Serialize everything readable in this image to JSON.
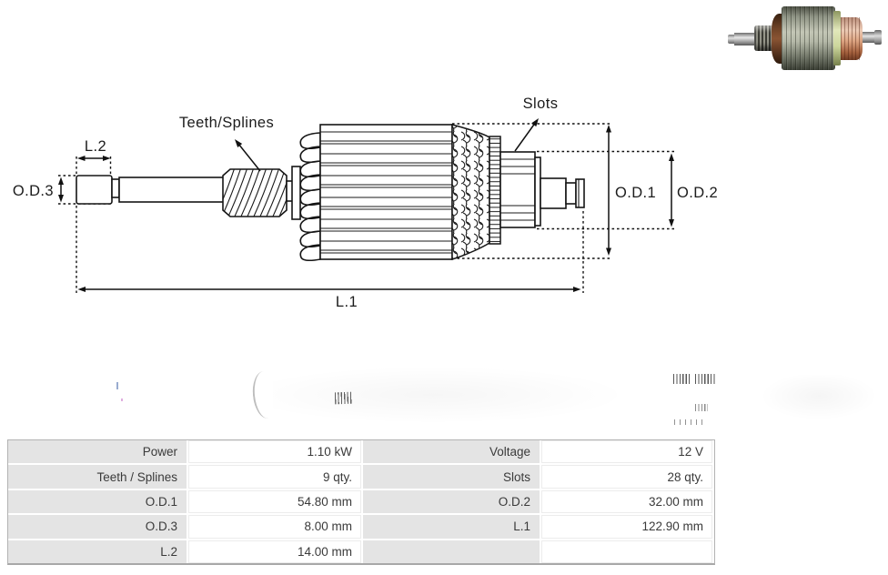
{
  "page": {
    "background": "#ffffff"
  },
  "diagram": {
    "labels": {
      "teeth_splines": "Teeth/Splines",
      "slots": "Slots",
      "l2": "L.2",
      "od3": "O.D.3",
      "od1": "O.D.1",
      "od2": "O.D.2",
      "l1": "L.1"
    },
    "line_color": "#141414"
  },
  "photo": {
    "description": "starter motor armature product photo",
    "colors": {
      "core_laminations": "#9ba093",
      "commutator_copper": "#dda583",
      "winding_copper": "#8a5433",
      "shaft_steel": "#9c9c9c",
      "insulation_ring": "#ccd69c"
    }
  },
  "spec_table": {
    "label_bg": "#e4e4e4",
    "text_color": "#3a3a3a",
    "rows": [
      {
        "c0": "Power",
        "c1": "1.10 kW",
        "c2": "Voltage",
        "c3": "12 V"
      },
      {
        "c0": "Teeth / Splines",
        "c1": "9 qty.",
        "c2": "Slots",
        "c3": "28 qty."
      },
      {
        "c0": "O.D.1",
        "c1": "54.80 mm",
        "c2": "O.D.2",
        "c3": "32.00 mm"
      },
      {
        "c0": "O.D.3",
        "c1": "8.00 mm",
        "c2": "L.1",
        "c3": "122.90 mm"
      },
      {
        "c0": "L.2",
        "c1": "14.00 mm",
        "c2": "",
        "c3": ""
      }
    ]
  }
}
